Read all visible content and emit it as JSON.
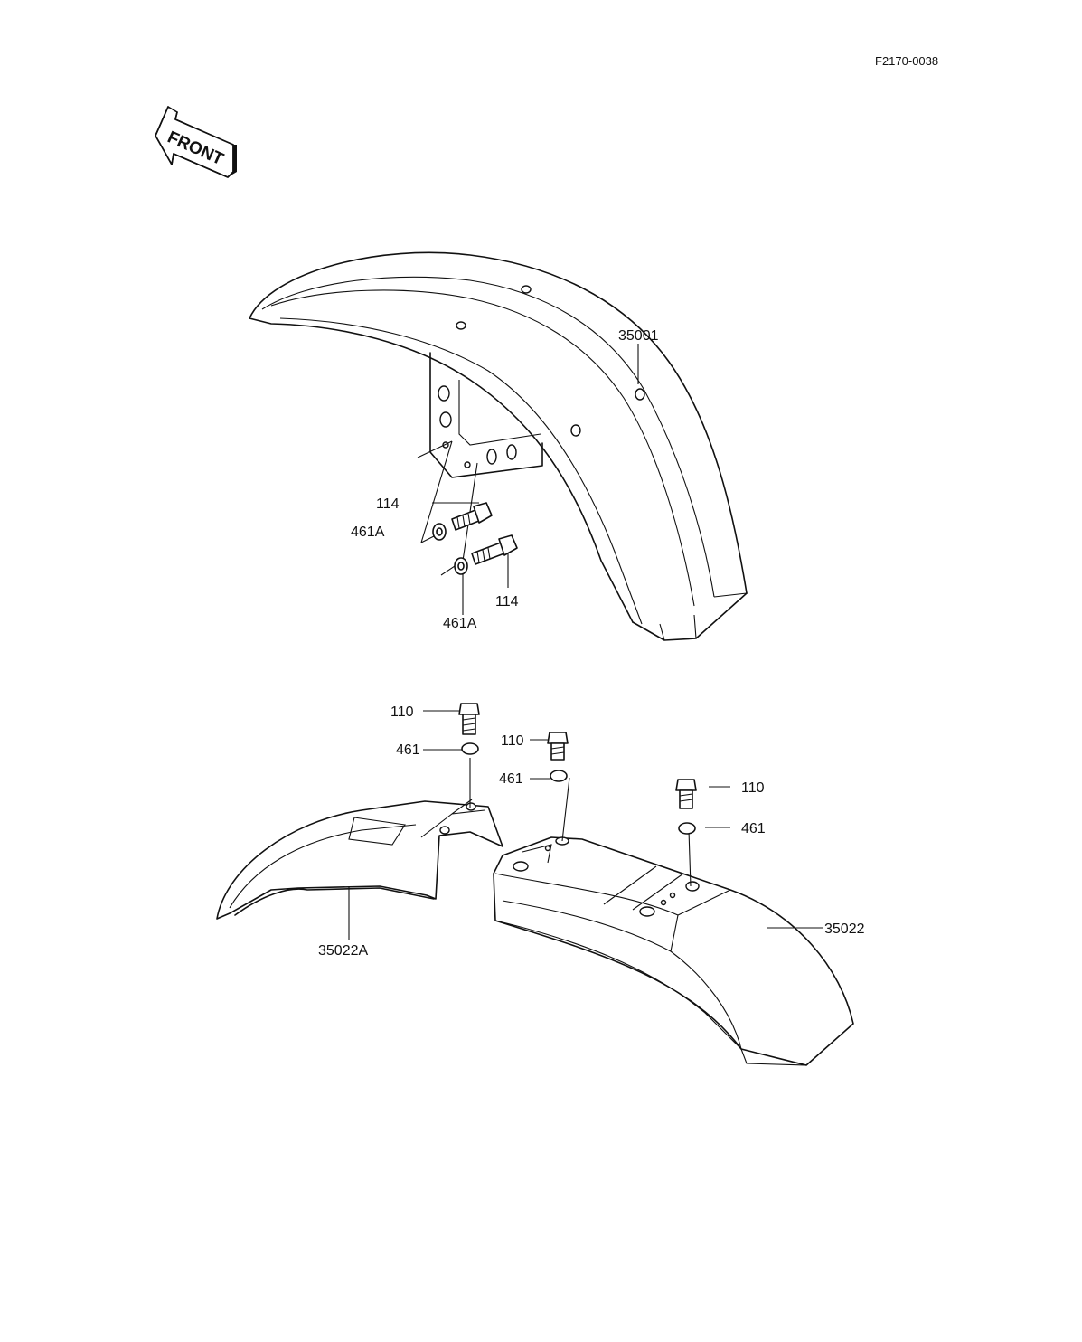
{
  "diagram": {
    "code": "F2170-0038",
    "front_label": "FRONT",
    "labels": {
      "fender_front": "35001",
      "bolt_upper": "114",
      "washer_upper": "461A",
      "bolt_lower": "114",
      "washer_lower": "461A",
      "bolt_a": "110",
      "washer_a": "461",
      "bolt_b": "110",
      "washer_b": "461",
      "bolt_c": "110",
      "washer_c": "461",
      "fender_rear_front": "35022A",
      "fender_rear": "35022"
    }
  }
}
